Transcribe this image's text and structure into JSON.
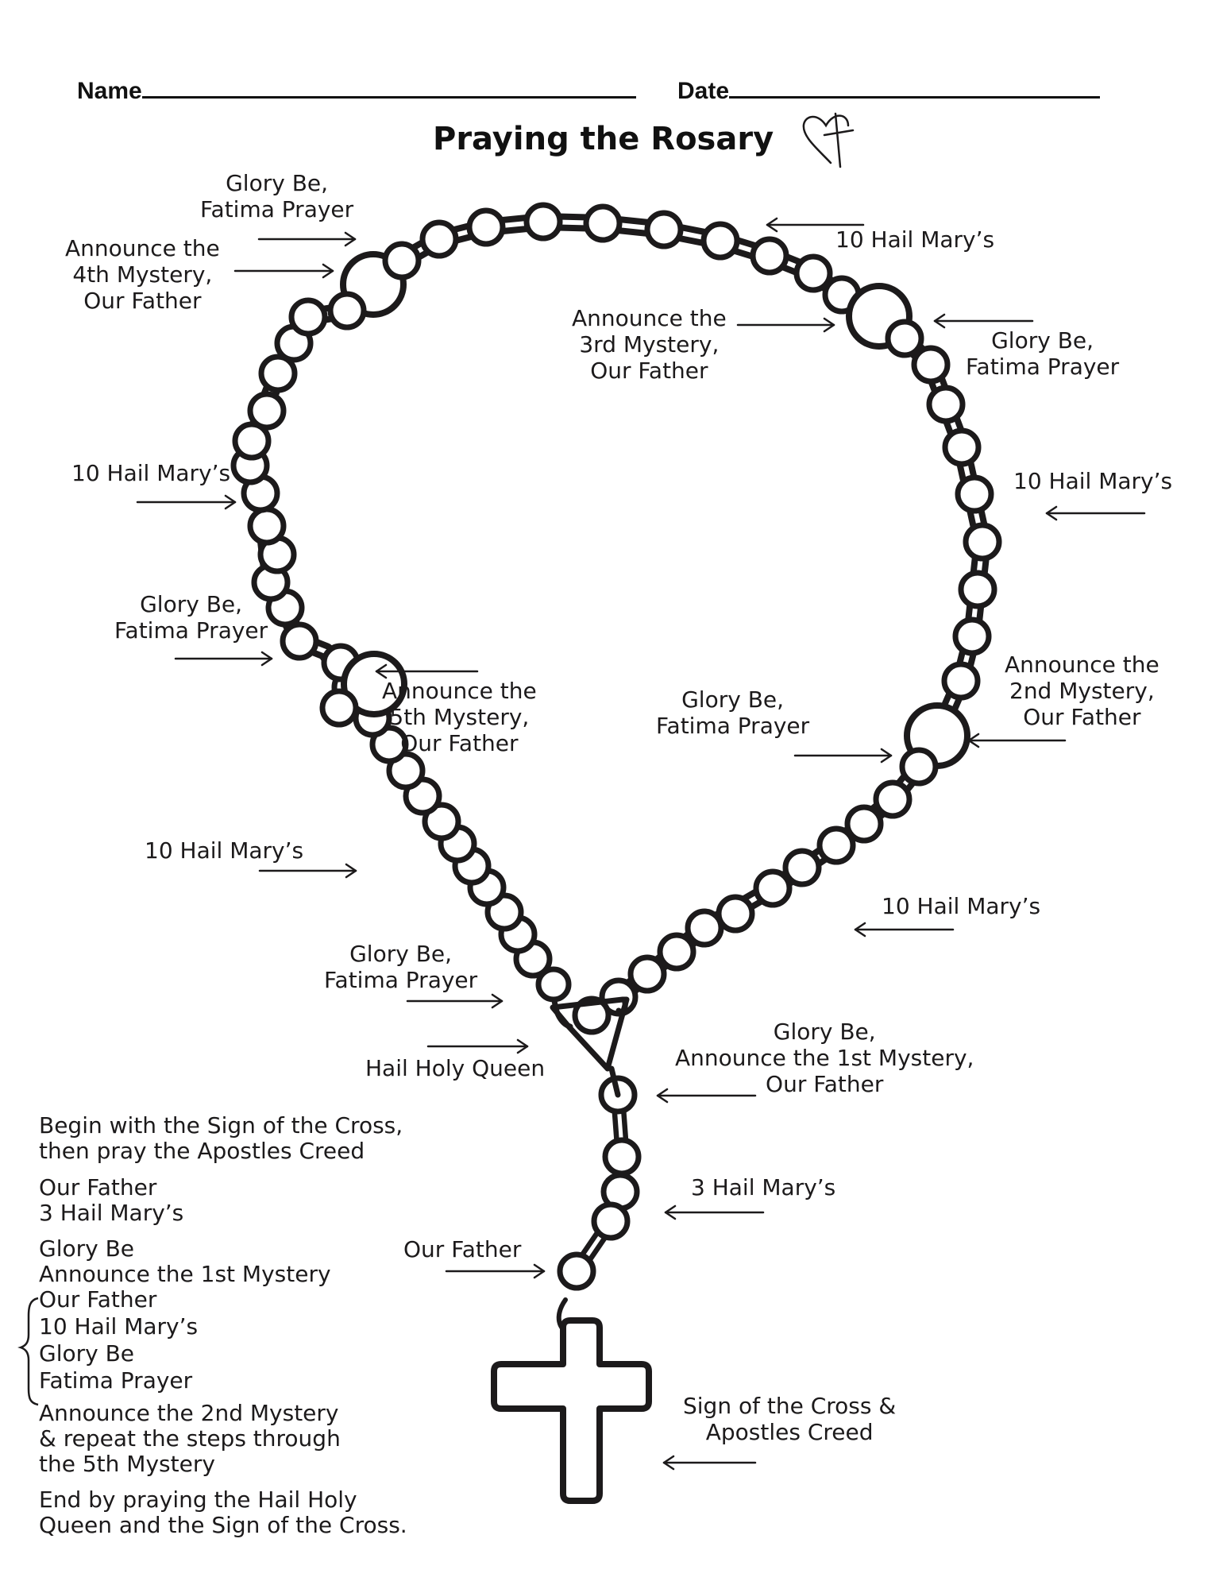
{
  "header": {
    "name_label": "Name",
    "date_label": "Date",
    "title": "Praying the Rosary",
    "title_icon": "heart-cross-icon"
  },
  "labels": {
    "l1": "Glory Be,\nFatima Prayer",
    "l2": "Announce the\n4th Mystery,\nOur Father",
    "l3": "10 Hail Mary’s",
    "l4": "Announce the\n3rd Mystery,\nOur Father",
    "l5": "Glory Be,\nFatima Prayer",
    "l6": "10 Hail Mary’s",
    "l7": "10 Hail Mary’s",
    "l8": "Glory Be,\nFatima Prayer",
    "l9": "Announce the\n5th Mystery,\nOur Father",
    "l10": "Announce the\n2nd Mystery,\nOur Father",
    "l11": "Glory Be,\nFatima Prayer",
    "l12": "10 Hail Mary’s",
    "l13": "10 Hail Mary’s",
    "l14": "Glory Be,\nFatima Prayer",
    "l15": "Hail Holy Queen",
    "l16": "Glory Be,\nAnnounce the 1st Mystery,\nOur Father",
    "l17": "3 Hail Mary’s",
    "l18": "Our Father",
    "l19": "Sign of the Cross &\nApostles Creed"
  },
  "steps": {
    "s1": "Begin with the Sign of the Cross,\nthen pray the Apostles Creed",
    "s2": "Our Father\n3 Hail Mary’s",
    "s3": "Glory Be\nAnnounce the 1st Mystery",
    "s4": "Our Father\n10 Hail Mary’s\nGlory Be\nFatima Prayer",
    "s5": "Announce the 2nd Mystery\n& repeat the steps through\nthe 5th Mystery",
    "s6": "End by praying the Hail Holy\nQueen and the Sign of the Cross."
  },
  "colors": {
    "ink": "#1c1a1b",
    "background": "#ffffff"
  }
}
